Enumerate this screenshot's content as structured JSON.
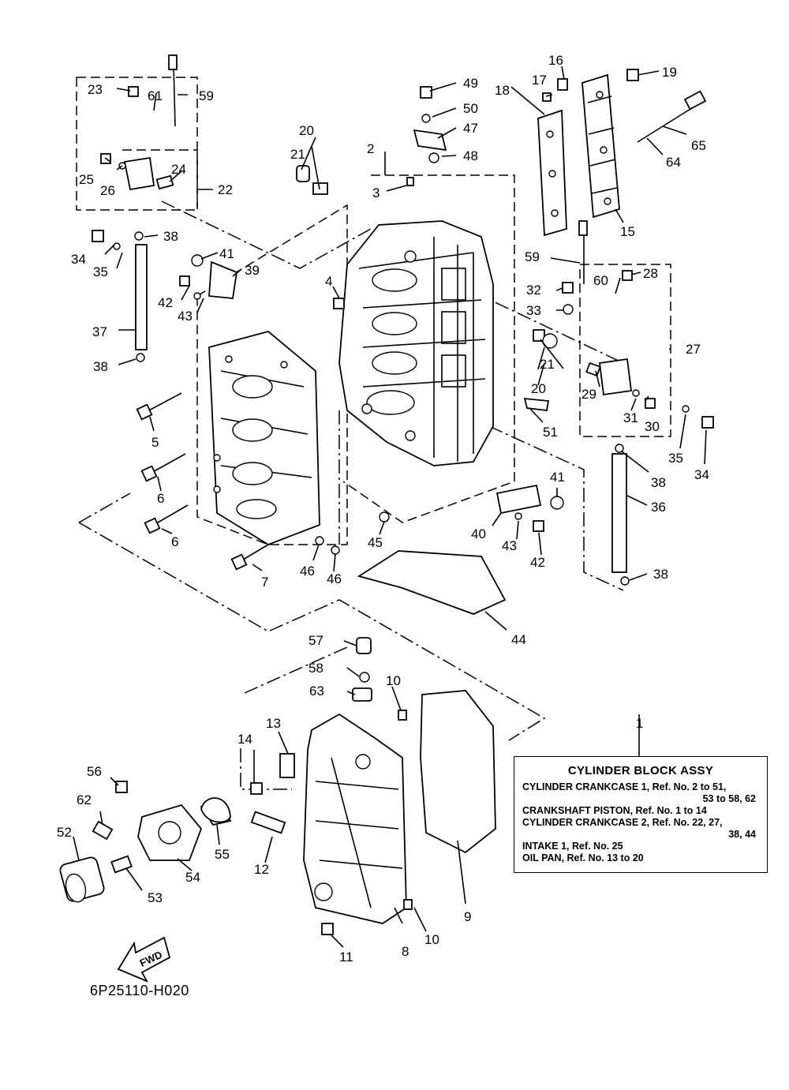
{
  "diagram": {
    "code": "6P25110-H020",
    "fwd_label": "FWD",
    "ref_numbers": [
      "1",
      "2",
      "3",
      "4",
      "5",
      "6",
      "6",
      "7",
      "8",
      "9",
      "10",
      "10",
      "11",
      "12",
      "13",
      "14",
      "15",
      "16",
      "17",
      "18",
      "19",
      "20",
      "20",
      "21",
      "21",
      "22",
      "23",
      "24",
      "25",
      "26",
      "27",
      "28",
      "29",
      "30",
      "31",
      "32",
      "33",
      "34",
      "34",
      "35",
      "35",
      "36",
      "37",
      "38",
      "38",
      "38",
      "38",
      "39",
      "40",
      "41",
      "41",
      "42",
      "42",
      "43",
      "43",
      "44",
      "45",
      "46",
      "46",
      "47",
      "48",
      "49",
      "50",
      "51",
      "52",
      "53",
      "54",
      "55",
      "56",
      "57",
      "58",
      "59",
      "59",
      "60",
      "61",
      "62",
      "63",
      "64",
      "65"
    ]
  },
  "legend": {
    "title": "CYLINDER BLOCK ASSY",
    "lines": [
      {
        "text": "CYLINDER CRANKCASE 1,  Ref. No. 2 to 51,",
        "cont": "53 to 58, 62"
      },
      {
        "text": "CRANKSHAFT PISTON,  Ref. No. 1 to 14",
        "cont": ""
      },
      {
        "text": "CYLINDER CRANKCASE 2,  Ref. No. 22, 27,",
        "cont": "38, 44"
      },
      {
        "text": "INTAKE 1,  Ref. No. 25",
        "cont": ""
      },
      {
        "text": "OIL PAN,  Ref. No. 13 to 20",
        "cont": ""
      }
    ]
  }
}
